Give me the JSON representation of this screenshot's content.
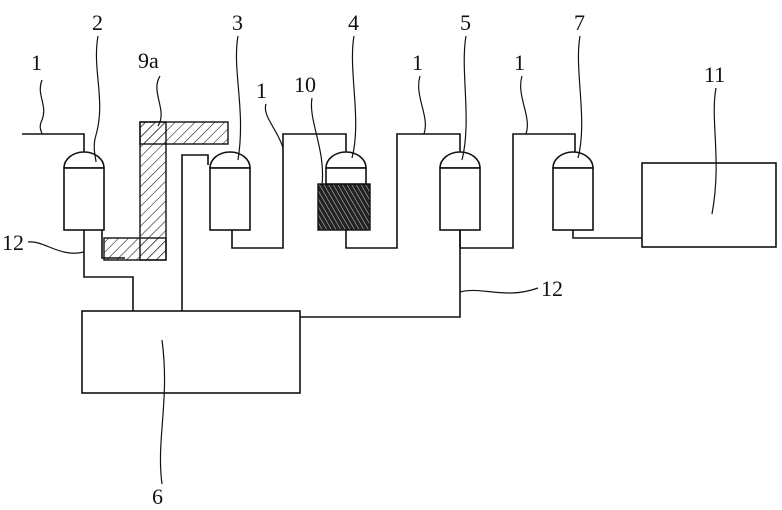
{
  "labels": {
    "pipe_a": "1",
    "pipe_b": "1",
    "pipe_c": "1",
    "pipe_d": "1",
    "vessel_2": "2",
    "vessel_3": "3",
    "vessel_4": "4",
    "vessel_5": "5",
    "vessel_7": "7",
    "heater_9a": "9a",
    "block_10": "10",
    "box_11": "11",
    "box_6": "6",
    "line_12_left": "12",
    "line_12_right": "12"
  }
}
